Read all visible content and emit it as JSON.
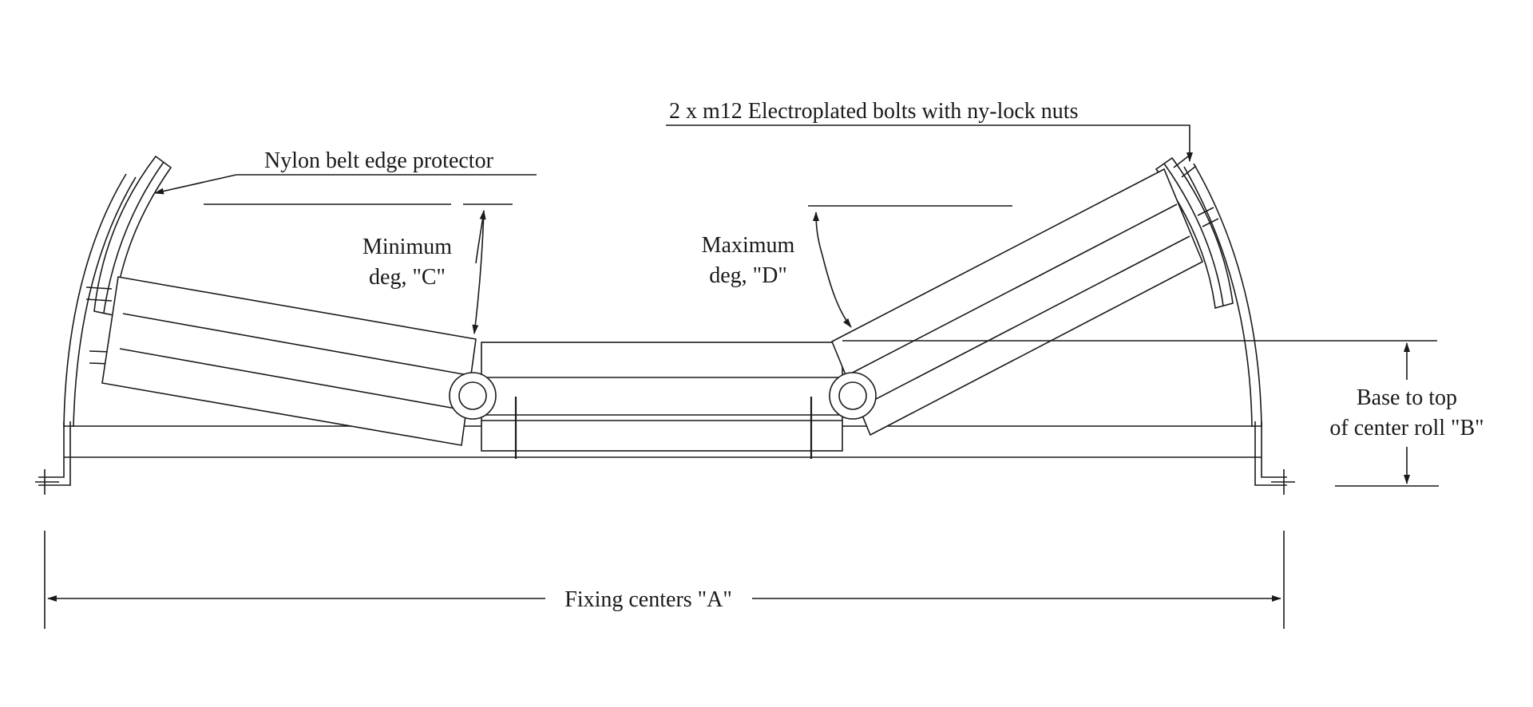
{
  "labels": {
    "nylon": "Nylon belt edge protector",
    "bolts": "2 x m12 Electroplated bolts with ny-lock nuts",
    "min_line1": "Minimum",
    "min_line2": "deg, \"C\"",
    "max_line1": "Maximum",
    "max_line2": "deg, \"D\"",
    "base_line1": "Base to top",
    "base_line2": "of center roll \"B\"",
    "fixing": "Fixing centers \"A\""
  },
  "colors": {
    "line": "#1a1a1a",
    "background": "#ffffff"
  }
}
